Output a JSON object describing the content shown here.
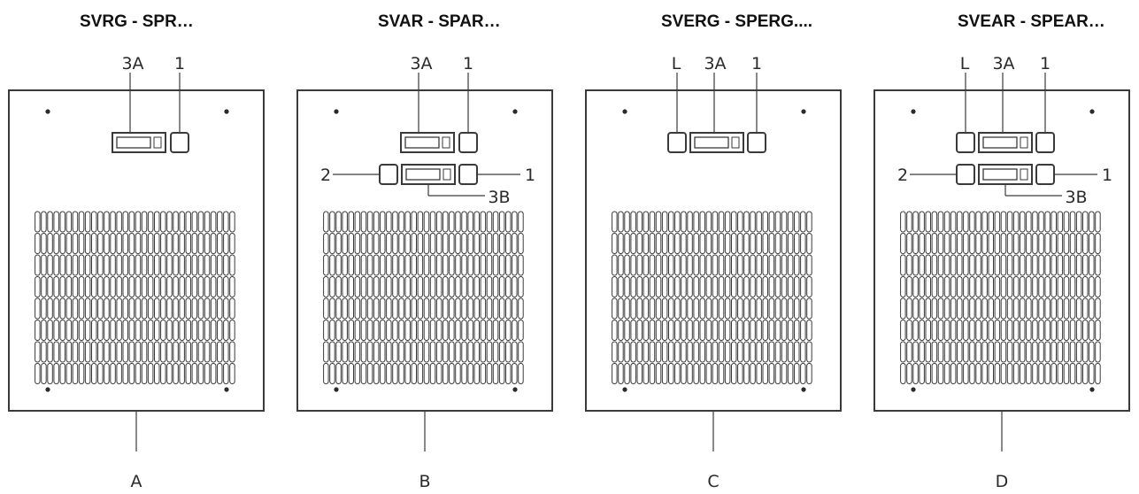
{
  "panels": [
    {
      "id": "A",
      "title": "SVRG - SPR…",
      "letter": "A",
      "top_labels": [
        "3A",
        "1"
      ]
    },
    {
      "id": "B",
      "title": "SVAR - SPAR…",
      "letter": "B",
      "top_labels": [
        "3A",
        "1"
      ],
      "side_labels": [
        "2",
        "1",
        "3B"
      ]
    },
    {
      "id": "C",
      "title": "SVERG - SPERG....",
      "letter": "C",
      "top_labels": [
        "L",
        "3A",
        "1"
      ]
    },
    {
      "id": "D",
      "title": "SVEAR - SPEAR…",
      "letter": "D",
      "top_labels": [
        "L",
        "3A",
        "1"
      ],
      "side_labels": [
        "2",
        "1",
        "3B"
      ]
    }
  ]
}
